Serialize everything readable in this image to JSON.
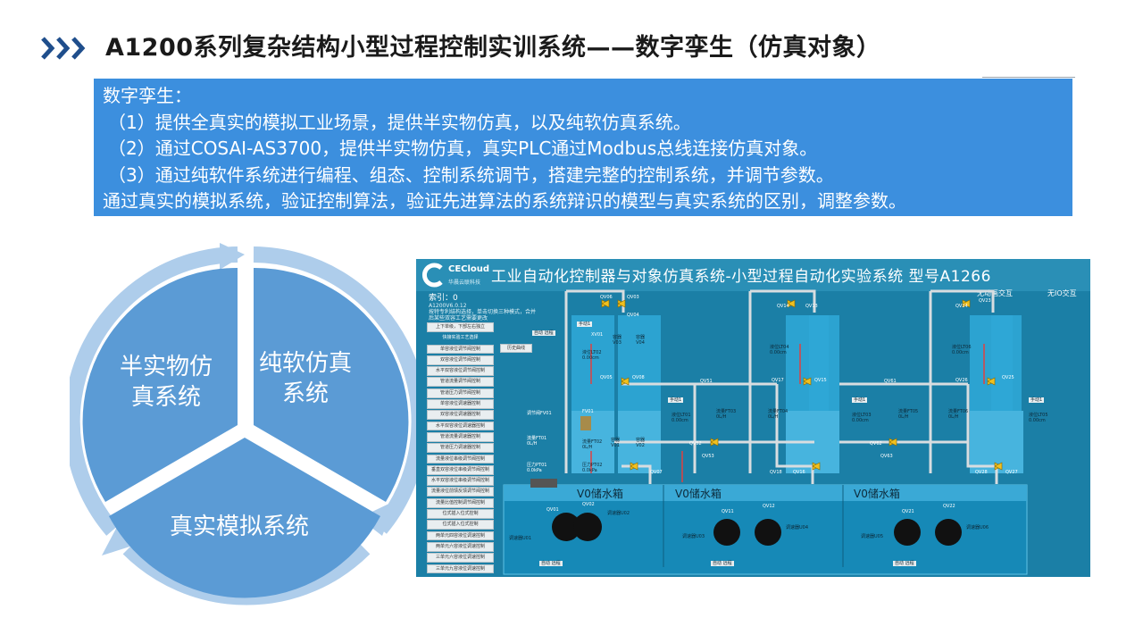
{
  "title": "A1200系列复杂结构小型过程控制实训系统——数字孪生（仿真对象）",
  "intro": {
    "heading": "数字孪生：",
    "item1": "（1）提供全真实的模拟工业场景，提供半实物仿真，以及纯软仿真系统。",
    "item2": "（2）通过COSAI-AS3700，提供半实物仿真，真实PLC通过Modbus总线连接仿真对象。",
    "item3": "（3）通过纯软件系统进行编程、组态、控制系统调节，搭建完整的控制系统，并调节参数。",
    "summary": "通过真实的模拟系统，验证控制算法，验证先进算法的系统辩识的模型与真实系统的区别，调整参数。"
  },
  "cycle": {
    "segment_left": "半实物仿\n真系统",
    "segment_right": "纯软仿真\n系统",
    "segment_bottom": "真实模拟系统",
    "colors": {
      "outer_ring": "#aecdeb",
      "segments": "#5b9bd5",
      "arrows": "#b4cfee"
    }
  },
  "sim": {
    "brand": "CECloud",
    "brand_sub": "华晨云联科技",
    "title": "工业自动化控制器与对象仿真系统-小型过程自动化实验系统 型号A1266",
    "mode_anim": "无动画交互",
    "mode_io": "无IO交互",
    "index": "索引：0",
    "version": "A1200V6.0.12\n按特专利结构选择，单击切换三种模式，合并后某些双容工艺需要更改",
    "history": "历史曲线",
    "menu": [
      "上下单级，下部左右独立",
      "快接实验工艺选择",
      "单容液位调节阀控制",
      "双容液位调节阀控制",
      "水平双容液位调节阀控制",
      "管道流量调节阀控制",
      "管道压力调节阀控制",
      "单容液位调速器控制",
      "双容液位调速器控制",
      "水平双容液位调速器控制",
      "管道流量调速器控制",
      "管道压力调速器控制",
      "流量液位串级调节阀控制",
      "垂直双容液位串级调节阀控制",
      "水平双容液位串级调节阀控制",
      "流量液位前馈反馈调节阀控制",
      "流量比值控制调节阀控制",
      "位式插入位式控制",
      "位式插入位式控制",
      "两单元四容液位调速控制",
      "两单元六容液位调速控制",
      "三单元六容液位调速控制",
      "三单元九容液位调速控制"
    ],
    "reservoir_label": "V0储水箱",
    "tank_labels": {
      "v03": "容器\nV03",
      "v04": "容器\nV04",
      "v01": "容器\nV01",
      "v02": "容器\nV02"
    },
    "readouts": {
      "lt02": "液位LT02\n0.00cm",
      "lt01": "液位LT01\n0.00cm",
      "lt03": "液位LT03\n0.00cm",
      "lt04": "液位LT04\n0.00cm",
      "lt05": "液位LT05\n0.00cm",
      "lt06": "液位LT06\n0.00cm",
      "ft01": "流量FT01\n0L/H",
      "ft02": "流量FT02\n0L/H",
      "ft03": "流量FT03\n0L/H",
      "ft04": "流量FT04\n0L/H",
      "ft05": "流量FT05\n0L/H",
      "ft06": "流量FT06\n0L/H",
      "pt01": "压力PT01\n0.0kPa",
      "pt02": "压力PT02\n0.0kPa",
      "valve_fv01": "调节阀FV01",
      "fv01": "FV01",
      "xv01": "XV01",
      "manual": "手动1",
      "auto_remote": "自动 远程",
      "pump_uc01": "调速器U01",
      "pump_uc02": "调速器U02",
      "pump_uc03": "调速器U03",
      "pump_uc04": "调速器U04",
      "pump_uc05": "调速器U05",
      "pump_uc06": "调速器U06"
    },
    "valves": [
      "QV06",
      "QV03",
      "QV04",
      "QV05",
      "QV08",
      "QV07",
      "QV13",
      "QV14",
      "QV15",
      "QV16",
      "QV17",
      "QV18",
      "QV23",
      "QV24",
      "QV25",
      "QV26",
      "QV27",
      "QV28",
      "QV51",
      "QV52",
      "QV53",
      "QV61",
      "QV62",
      "QV63",
      "QV01",
      "QV02",
      "QV11",
      "QV12",
      "QV21",
      "QV22"
    ],
    "colors": {
      "background": "#1b7fa6",
      "tank": "#2fa7d6",
      "reservoir": "#1689b7",
      "pipe": "#d8dde0",
      "valve": "#f0c020",
      "menu": "#e9eef0"
    }
  }
}
